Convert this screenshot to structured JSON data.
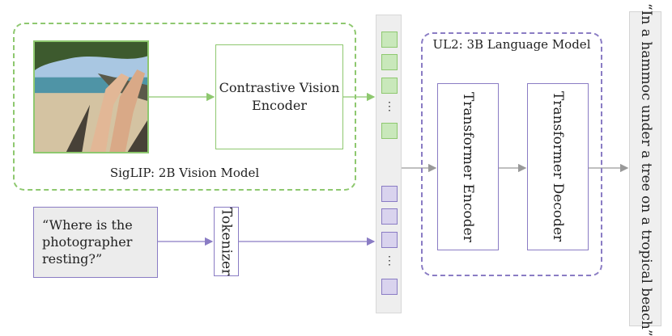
{
  "vision_group": {
    "caption": "SigLIP: 2B Vision Model",
    "color": "#8ec86f"
  },
  "language_group": {
    "caption": "UL2: 3B Language Model",
    "color": "#8a7cc4"
  },
  "vision_encoder": {
    "label": "Contrastive Vision Encoder"
  },
  "transformer_encoder": {
    "label": "Transformer Encoder"
  },
  "transformer_decoder": {
    "label": "Transformer Decoder"
  },
  "question": {
    "text": "“Where is the photographer resting?”"
  },
  "tokenizer": {
    "label": "Tokenizer"
  },
  "token_sequence": {
    "ellipsis_top": "⋮",
    "ellipsis_bottom": "⋮"
  },
  "output": {
    "text": "“In a hammoc under a tree on a tropical beach”"
  }
}
